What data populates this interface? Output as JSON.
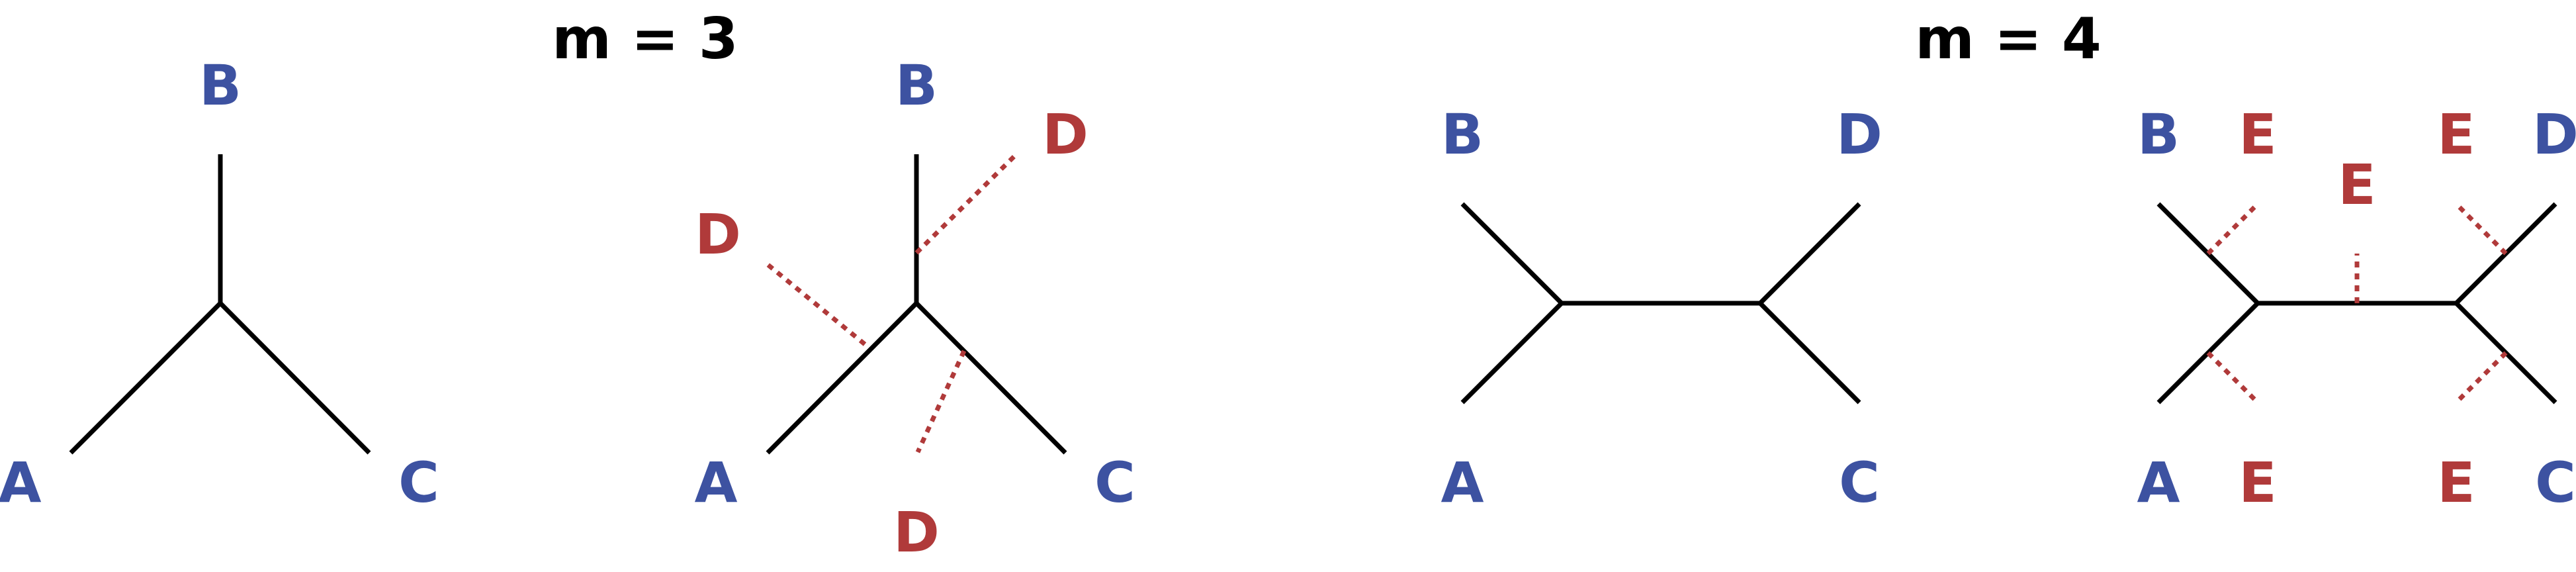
{
  "colors": {
    "existing_taxon": "#3d52a1",
    "new_taxon": "#b03a3a",
    "edge": "#000000"
  },
  "panels": [
    {
      "title": "m = 3",
      "trees": [
        {
          "taxa": [
            "A",
            "B",
            "C"
          ]
        },
        {
          "taxa": [
            "A",
            "B",
            "C"
          ],
          "new_taxon": "D",
          "insertion_points": 3
        }
      ]
    },
    {
      "title": "m = 4",
      "trees": [
        {
          "taxa": [
            "A",
            "B",
            "C",
            "D"
          ]
        },
        {
          "taxa": [
            "A",
            "B",
            "C",
            "D"
          ],
          "new_taxon": "E",
          "insertion_points": 5
        }
      ]
    }
  ]
}
